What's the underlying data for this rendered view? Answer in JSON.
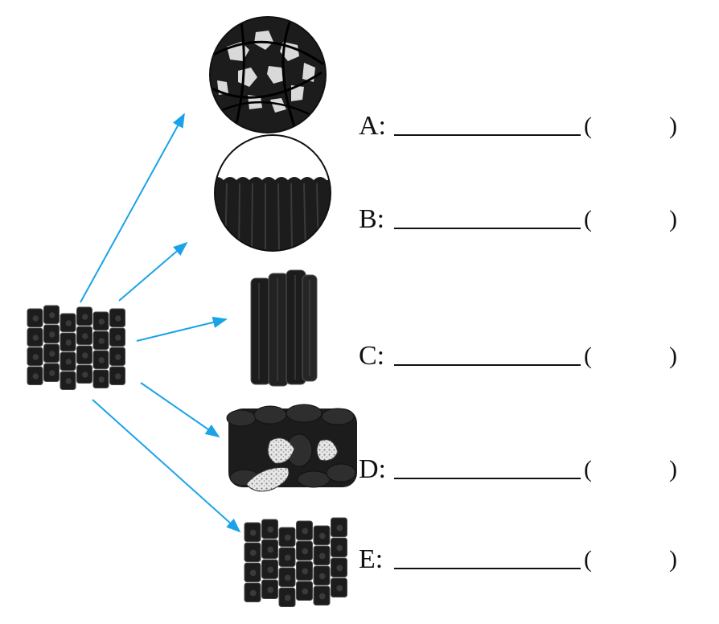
{
  "labels": [
    {
      "letter": "A:",
      "open": "(",
      "close": ")"
    },
    {
      "letter": "B:",
      "open": "(",
      "close": ")"
    },
    {
      "letter": "C:",
      "open": "(",
      "close": ")"
    },
    {
      "letter": "D:",
      "open": "(",
      "close": ")"
    },
    {
      "letter": "E:",
      "open": "(",
      "close": ")"
    }
  ],
  "colors": {
    "arrow": "#1aa3e8",
    "tissue": "#1c1c1c",
    "cell_highlight": "#3a3a3a",
    "pale": "#d9d9d9"
  },
  "icons": [
    "stem-cell-block",
    "nervous-tissue",
    "epithelial-tissue",
    "muscle-tissue",
    "connective-tissue",
    "epithelial-cell-block"
  ]
}
